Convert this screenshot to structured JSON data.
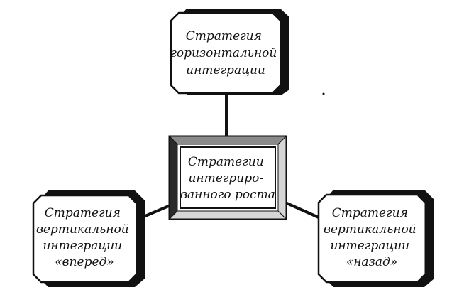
{
  "diagram": {
    "nodes": {
      "top": {
        "lines": [
          "Стратегия",
          "горизонтальной",
          "интеграции"
        ]
      },
      "center": {
        "lines": [
          "Стратегии",
          "интегриро-",
          "ванного роста"
        ]
      },
      "left": {
        "lines": [
          "Стратегия",
          "вертикальной",
          "интеграции",
          "«вперед»"
        ]
      },
      "right": {
        "lines": [
          "Стратегия",
          "вертикальной",
          "интеграции",
          "«назад»"
        ]
      }
    },
    "colors": {
      "ink": "#111111",
      "bevel_dark": "#2a2a2a",
      "bevel_mid": "#8a8a8a",
      "bevel_light": "#d6d6d6",
      "paper": "#ffffff"
    }
  }
}
